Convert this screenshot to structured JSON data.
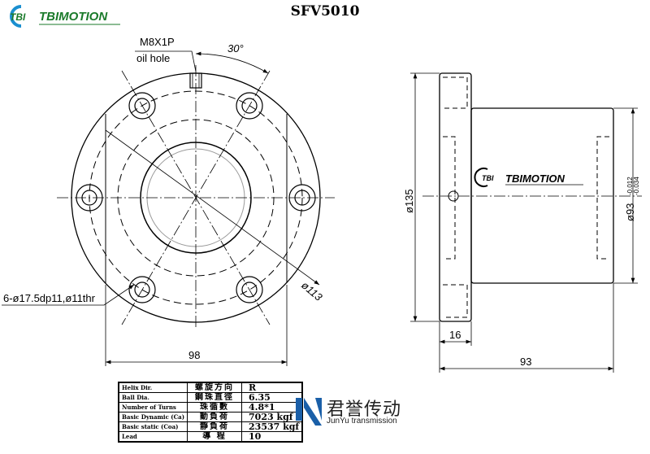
{
  "header": {
    "title": "SFV5010",
    "brand_logo_text": "TBIMOTION",
    "brand_logo_mark": "TBI"
  },
  "front_view": {
    "oil_hole_label_1": "M8X1P",
    "oil_hole_label_2": "oil hole",
    "angle_label": "30°",
    "bolt_circle_label": "ø113",
    "holes_label": "6-ø17.5dp11,ø11thr",
    "width_label": "98"
  },
  "side_view": {
    "flange_dia_label": "ø135",
    "body_dia_label": "ø93",
    "tol_upper": "-0.012",
    "tol_lower": "-0.034",
    "flange_thickness_label": "16",
    "length_label": "93",
    "body_logo_text": "TBIMOTION"
  },
  "spec_table": [
    {
      "en": "Helix Dir.",
      "zh": "螺旋方向",
      "value": "R"
    },
    {
      "en": "Ball Dia.",
      "zh": "鋼珠直徑",
      "value": "6.35"
    },
    {
      "en": "Number of Turns",
      "zh": "珠循數",
      "value": "4.8*1"
    },
    {
      "en": "Basic Dynamic (Ca)",
      "zh": "動負荷",
      "value": "7023 kgf"
    },
    {
      "en": "Basic static (Coa)",
      "zh": "靜負荷",
      "value": "23537 kgf"
    },
    {
      "en": "Lead",
      "zh": "導 程",
      "value": "10"
    }
  ],
  "watermark": {
    "zh": "君誉传动",
    "en": "JunYu transmission",
    "color": "#1a5fa8"
  }
}
